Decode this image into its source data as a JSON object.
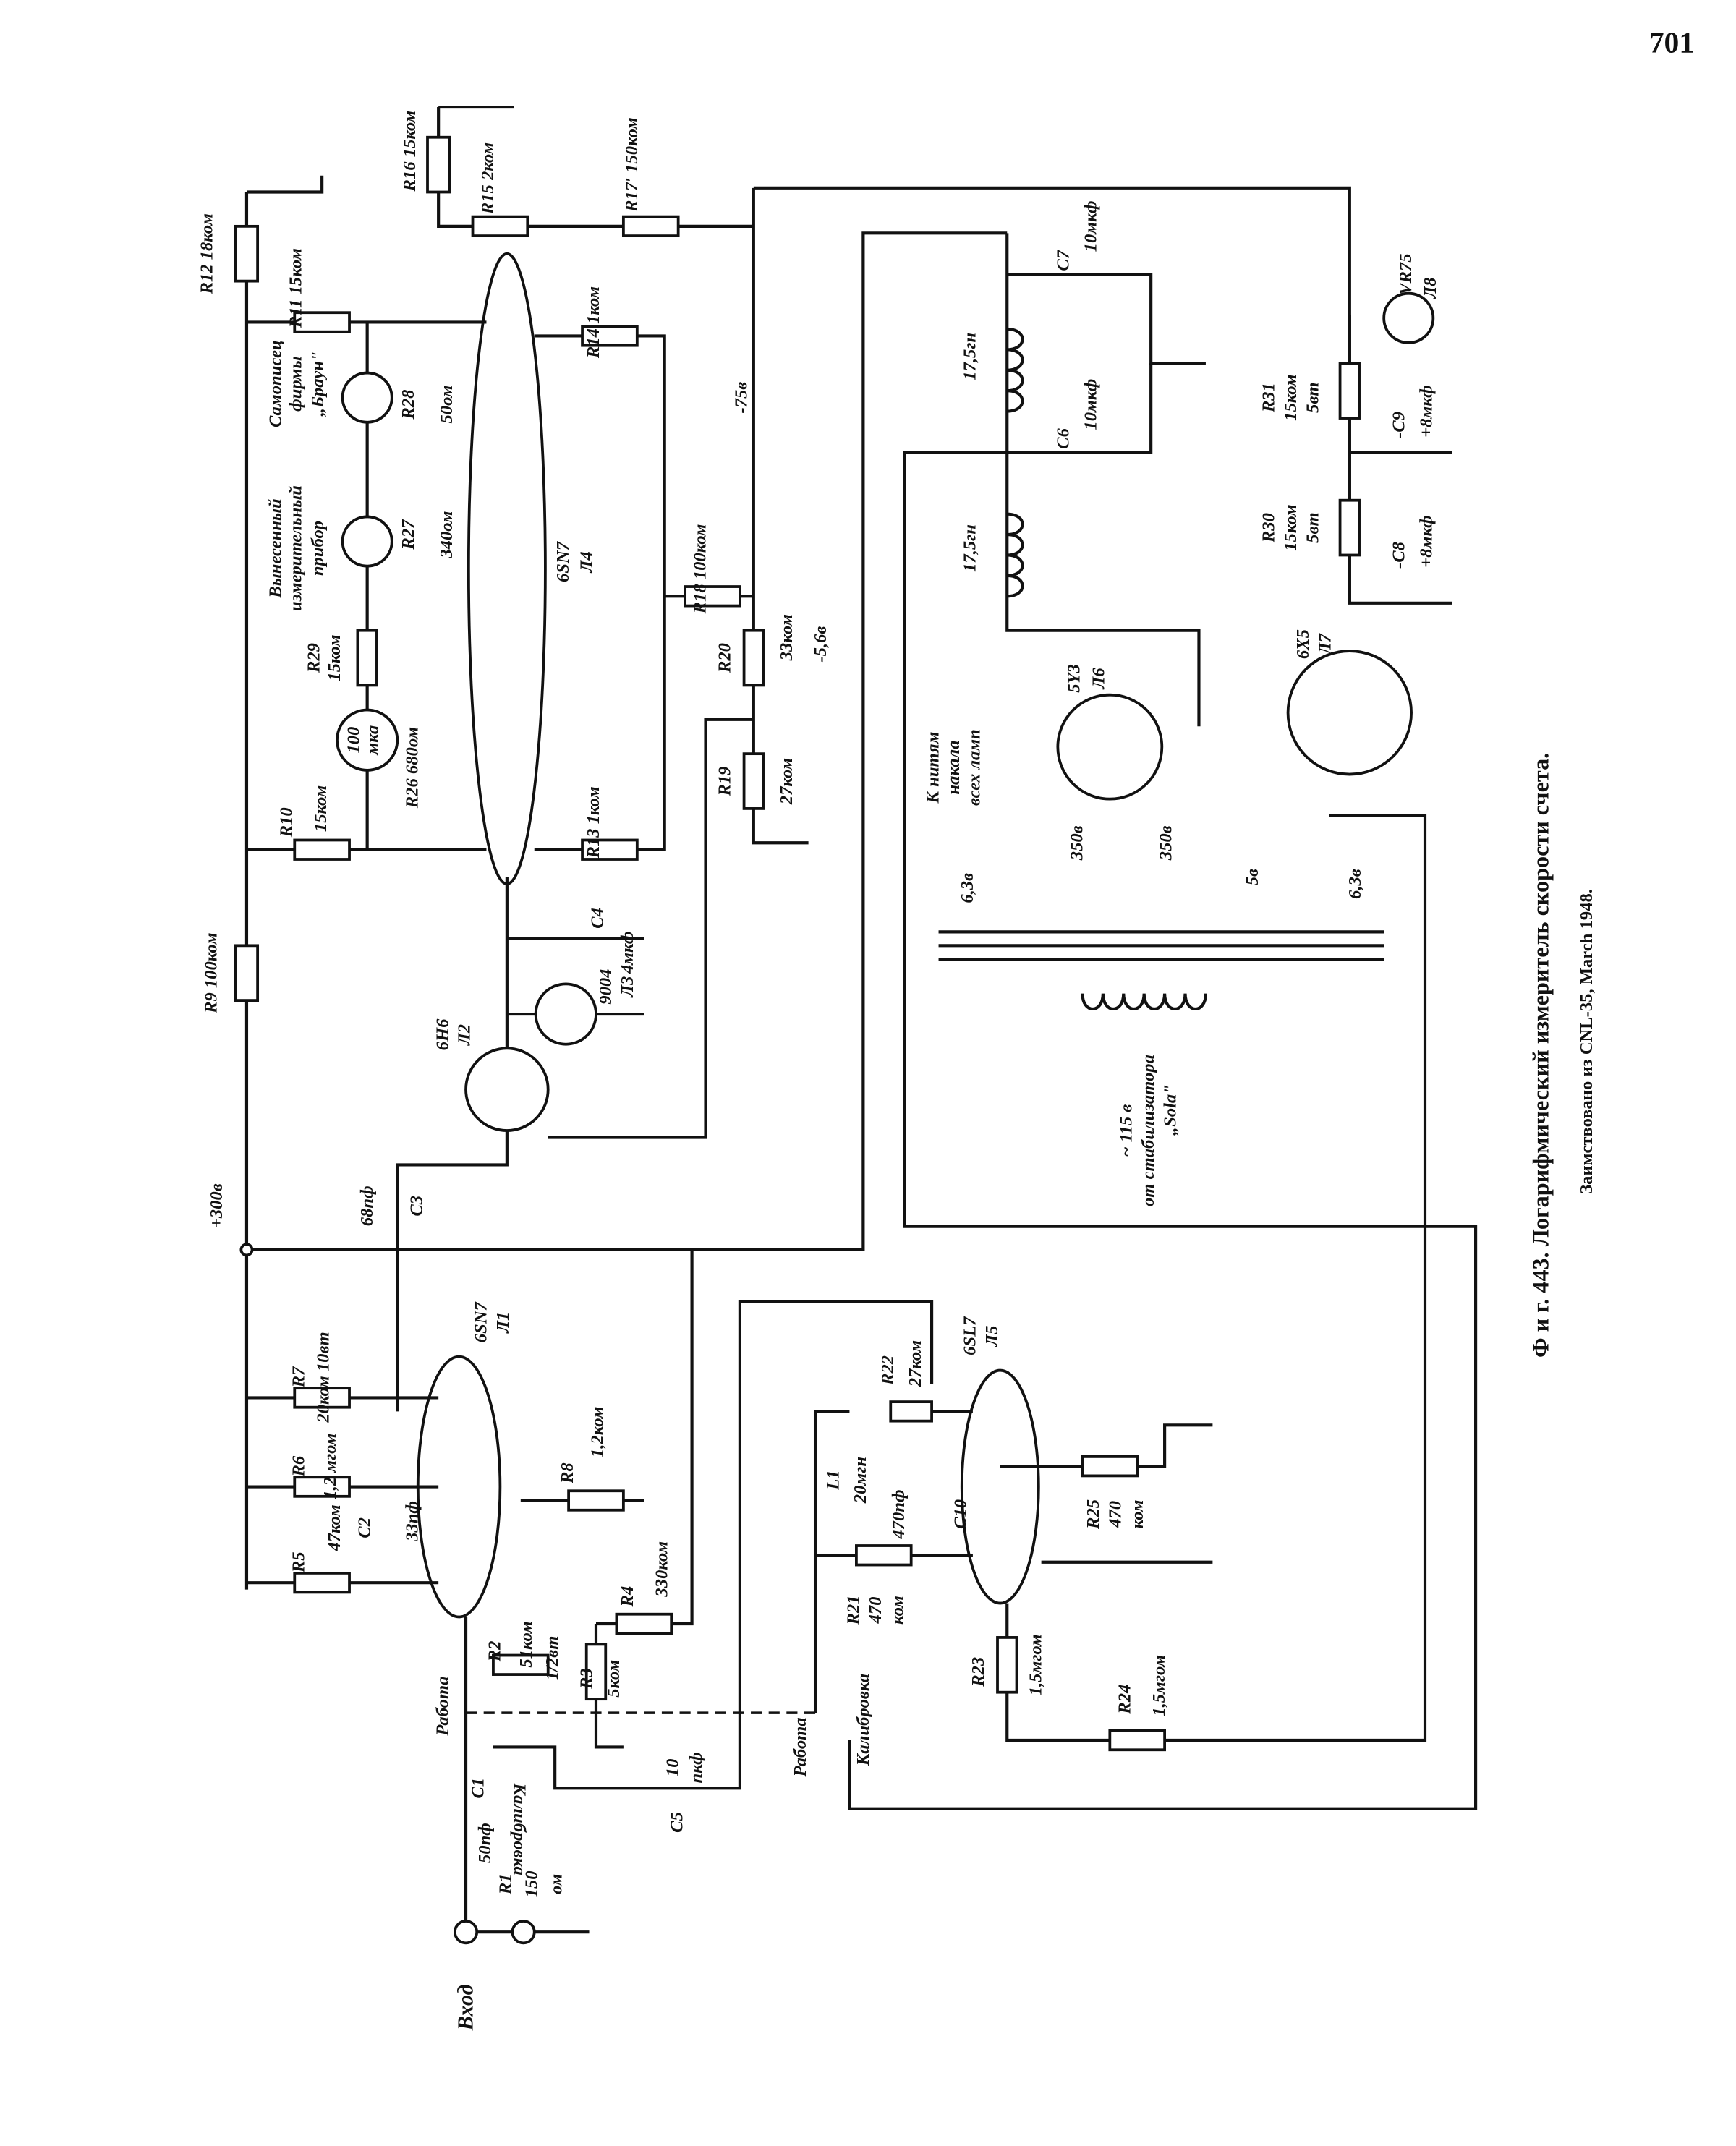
{
  "page_number": "701",
  "caption": "Ф и г. 443. Логарифмический измеритель скорости счета.",
  "source": "Заимствовано из CNL-35, March 1948.",
  "labels": [
    "R12 18ком",
    "R16 15ком",
    "R15 2ком",
    "R17′ 150ком",
    "R11 15ком",
    "Самописец",
    "фирмы",
    "„Браун\"",
    "R28",
    "50ом",
    "Вынесенный",
    "измерительный",
    "прибор",
    "R27",
    "340ом",
    "6SN7",
    "Л4",
    "R14 1ком",
    "-75в",
    "R18 100ком",
    "R29",
    "15ком",
    "100",
    "мка",
    "R26 680ом",
    "R20",
    "33ком",
    "-5,6в",
    "R19",
    "27ком",
    "R10",
    "15ком",
    "R13 1ком",
    "C4",
    "4мкф",
    "9004",
    "Л3",
    "6Н6",
    "Л2",
    "R9 100ком",
    "+300в",
    "68пф",
    "C3",
    "R7",
    "20ком 10вт",
    "6SN7",
    "Л1",
    "R6",
    "1,2 мгом",
    "R8",
    "1,2ком",
    "C2",
    "33пф",
    "R5",
    "47ком",
    "R4",
    "330ком",
    "R2",
    "51ком",
    "1/2вт",
    "R3",
    "5ком",
    "Работа",
    "C1",
    "50пф",
    "Калибровка",
    "10",
    "пкф",
    "C5",
    "R1",
    "150",
    "ом",
    "Вход",
    "Работа",
    "Калибровка",
    "L1",
    "20мгн",
    "R22",
    "27ком",
    "6SL7",
    "Л5",
    "470пф",
    "C10",
    "R21",
    "470",
    "ком",
    "R25",
    "470",
    "ком",
    "R23",
    "1,5мгом",
    "R24",
    "1,5мгом",
    "C7",
    "10мкф",
    "17,5гн",
    "C6",
    "10мкф",
    "17,5гн",
    "5Y3",
    "Л6",
    "К нитям",
    "накала",
    "всех ламп",
    "6,3в",
    "350в",
    "350в",
    "5в",
    "6,3в",
    "~ 115 в",
    "от стабилизатора",
    "„Sola\"",
    "VR75",
    "Л8",
    "R31",
    "15ком",
    "5вт",
    "-C9",
    "+8мкф",
    "R30",
    "15ком",
    "5вт",
    "-C8",
    "+8мкф",
    "6Х5",
    "Л7"
  ]
}
